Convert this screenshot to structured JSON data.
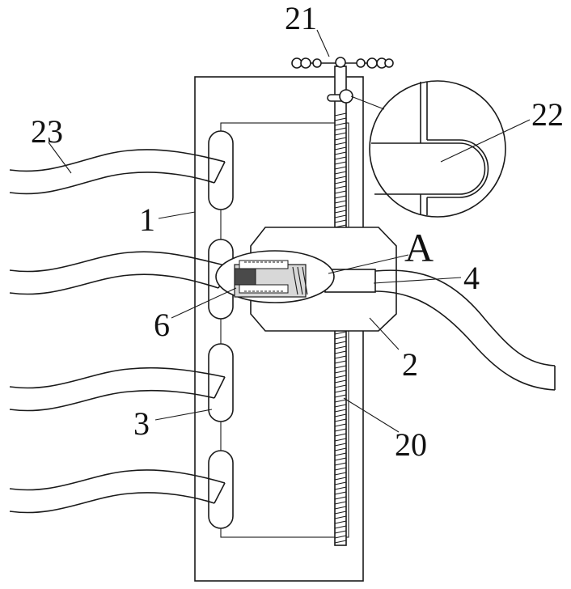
{
  "diagram": {
    "labels": {
      "l21": "21",
      "l22": "22",
      "l23": "23",
      "l1": "1",
      "lA": "A",
      "l4": "4",
      "l6": "6",
      "l2": "2",
      "l3": "3",
      "l20": "20"
    },
    "colors": {
      "stroke": "#1a1a1a",
      "background": "#ffffff"
    },
    "icons": [
      "handle-icon",
      "lead-screw-icon",
      "detail-magnifier-icon",
      "clamp-section-icon"
    ]
  }
}
